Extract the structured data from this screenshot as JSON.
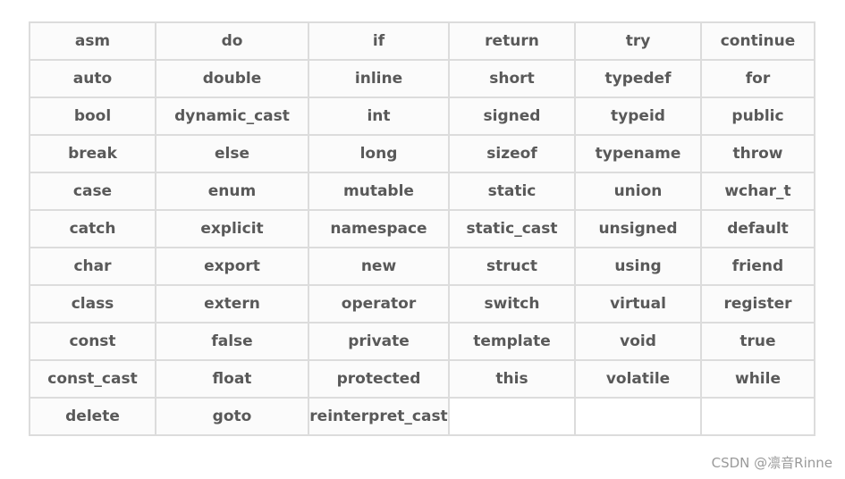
{
  "table": {
    "rows": [
      [
        "asm",
        "do",
        "if",
        "return",
        "try",
        "continue"
      ],
      [
        "auto",
        "double",
        "inline",
        "short",
        "typedef",
        "for"
      ],
      [
        "bool",
        "dynamic_cast",
        "int",
        "signed",
        "typeid",
        "public"
      ],
      [
        "break",
        "else",
        "long",
        "sizeof",
        "typename",
        "throw"
      ],
      [
        "case",
        "enum",
        "mutable",
        "static",
        "union",
        "wchar_t"
      ],
      [
        "catch",
        "explicit",
        "namespace",
        "static_cast",
        "unsigned",
        "default"
      ],
      [
        "char",
        "export",
        "new",
        "struct",
        "using",
        "friend"
      ],
      [
        "class",
        "extern",
        "operator",
        "switch",
        "virtual",
        "register"
      ],
      [
        "const",
        "false",
        "private",
        "template",
        "void",
        "true"
      ],
      [
        "const_cast",
        "float",
        "protected",
        "this",
        "volatile",
        "while"
      ],
      [
        "delete",
        "goto",
        "reinterpret_cast",
        "",
        "",
        ""
      ]
    ]
  },
  "watermark": "CSDN @凛音Rinne"
}
